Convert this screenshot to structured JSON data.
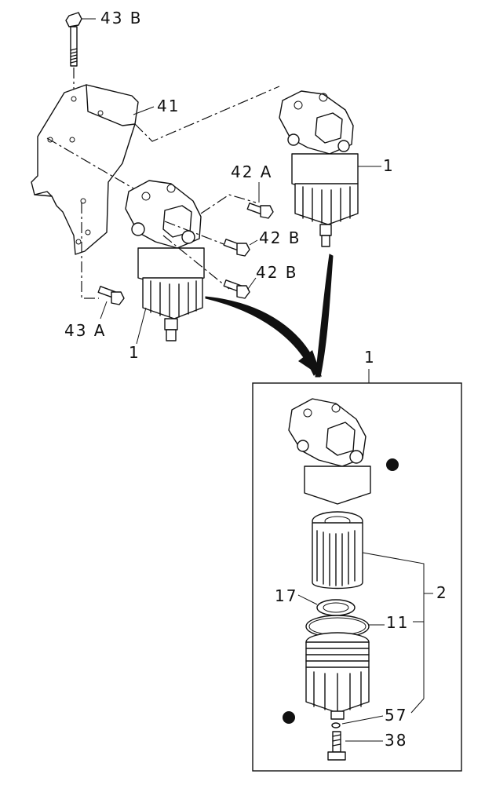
{
  "callouts": {
    "bolt_43b": "43 B",
    "bracket_41": "41",
    "bolt_42a": "42 A",
    "bolt_42b_upper": "42 B",
    "bolt_42b_lower": "42 B",
    "bolt_43a": "43 A",
    "filter_assy_right": "1",
    "filter_assy_left": "1",
    "detail_box": "1",
    "element_kit": "2",
    "gasket_17": "17",
    "oring_11": "11",
    "oring_57": "57",
    "drain_plug_38": "38"
  },
  "colors": {
    "line": "#111111",
    "background": "#ffffff"
  }
}
